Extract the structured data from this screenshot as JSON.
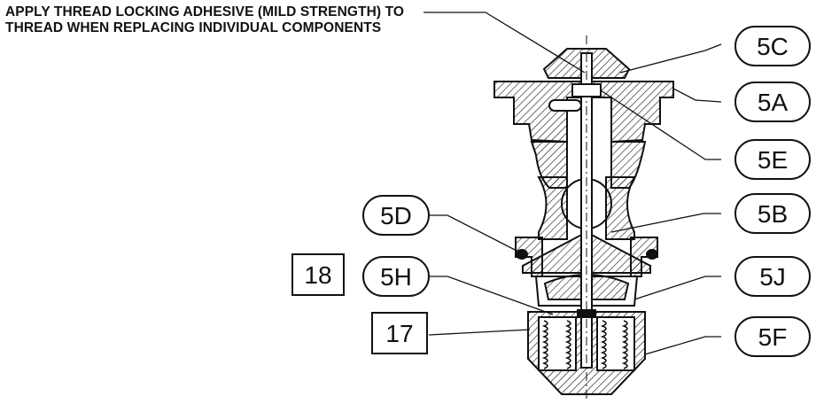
{
  "note": {
    "line1": "APPLY THREAD LOCKING ADHESIVE (MILD STRENGTH) TO",
    "line2": "THREAD WHEN REPLACING INDIVIDUAL COMPONENTS"
  },
  "callouts": {
    "c5C": "5C",
    "c5A": "5A",
    "c5E": "5E",
    "c5B": "5B",
    "c5J": "5J",
    "c5F": "5F",
    "c5D": "5D",
    "c5H": "5H",
    "b18": "18",
    "b17": "17"
  },
  "colors": {
    "line": "#111111",
    "background": "#ffffff"
  }
}
